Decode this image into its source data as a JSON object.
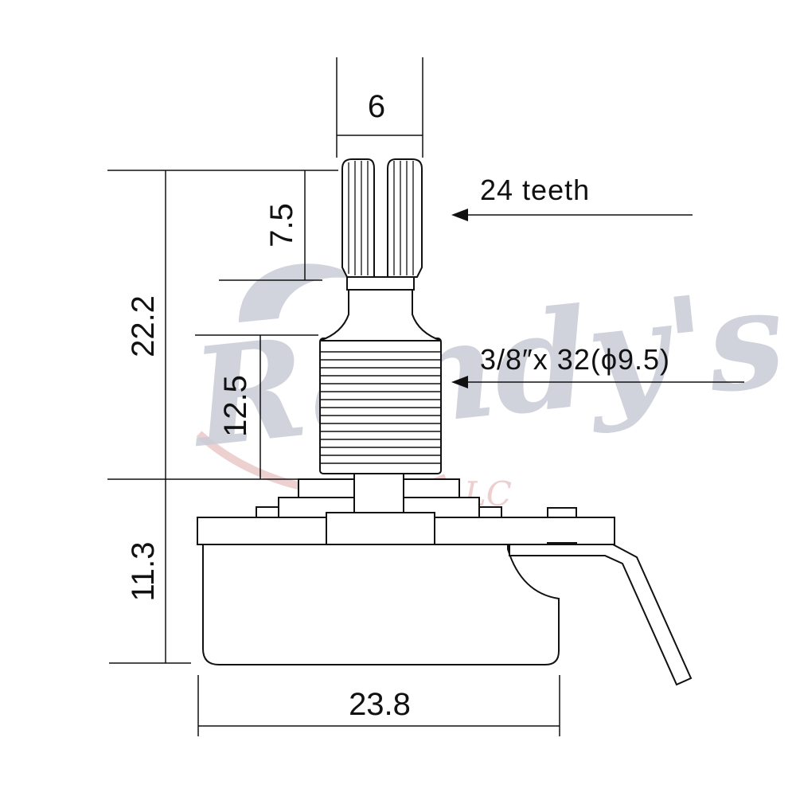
{
  "diagram": {
    "dimensions": {
      "shaft_width": "6",
      "knurl_height": "7.5",
      "total_shaft_height": "22.2",
      "thread_height": "12.5",
      "body_height": "11.3",
      "body_width": "23.8"
    },
    "callouts": {
      "teeth": "24 teeth",
      "thread": "3/8″x 32(ϕ9.5)"
    },
    "watermark": {
      "text": "Randy's",
      "suffix": "LLC"
    }
  },
  "colors": {
    "line": "#111111",
    "watermark_gray": "#c9ccd6",
    "watermark_pink": "#e9c4c4"
  }
}
